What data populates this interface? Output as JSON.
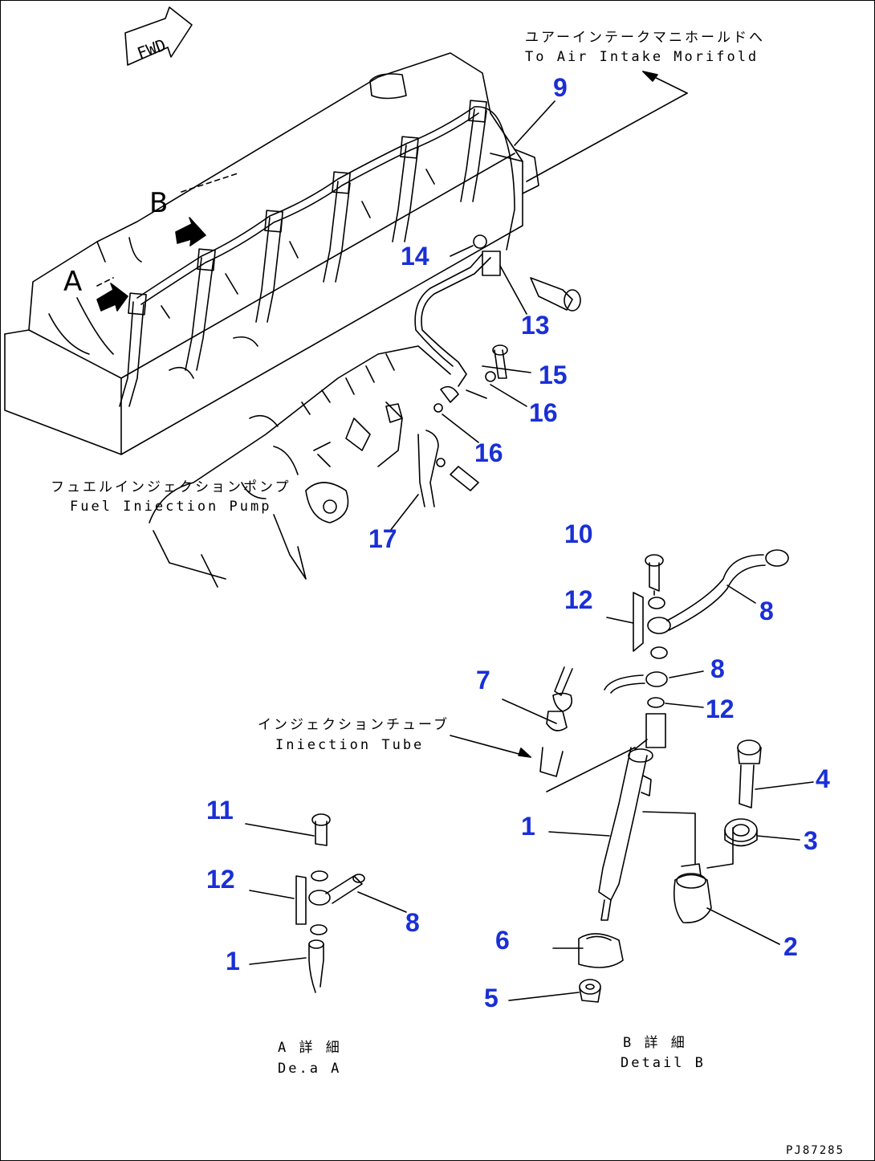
{
  "diagram": {
    "fwd_label": "FWD",
    "view_letters": {
      "a": "A",
      "b": "B"
    },
    "notes": {
      "air_intake_jp": "ユアーインテークマニホールドへ",
      "air_intake_en": "To Air Intake Morifold",
      "fuel_pump_jp": "フュエルインジェクションポンプ",
      "fuel_pump_en": "Fuel Iniection Pump",
      "injection_tube_jp": "インジェクションチューブ",
      "injection_tube_en": "Iniection Tube",
      "detail_a_jp": "A 詳 細",
      "detail_a_en": "De.a A",
      "detail_b_jp": "B 詳 細",
      "detail_b_en": "Detail B"
    },
    "callouts": [
      {
        "id": "c9",
        "text": "9"
      },
      {
        "id": "c14",
        "text": "14"
      },
      {
        "id": "c13",
        "text": "13"
      },
      {
        "id": "c15",
        "text": "15"
      },
      {
        "id": "c16a",
        "text": "16"
      },
      {
        "id": "c16b",
        "text": "16"
      },
      {
        "id": "c17",
        "text": "17"
      },
      {
        "id": "c10",
        "text": "10"
      },
      {
        "id": "c12a",
        "text": "12"
      },
      {
        "id": "c8a",
        "text": "8"
      },
      {
        "id": "c7",
        "text": "7"
      },
      {
        "id": "c8b",
        "text": "8"
      },
      {
        "id": "c12b",
        "text": "12"
      },
      {
        "id": "c4",
        "text": "4"
      },
      {
        "id": "c3",
        "text": "3"
      },
      {
        "id": "c1b",
        "text": "1"
      },
      {
        "id": "c11",
        "text": "11"
      },
      {
        "id": "c12c",
        "text": "12"
      },
      {
        "id": "c8c",
        "text": "8"
      },
      {
        "id": "c6",
        "text": "6"
      },
      {
        "id": "c2",
        "text": "2"
      },
      {
        "id": "c1a",
        "text": "1"
      },
      {
        "id": "c5",
        "text": "5"
      }
    ],
    "drawing_ref": "PJ87285",
    "colors": {
      "callout": "#1a2fd6",
      "line": "#000000"
    }
  }
}
